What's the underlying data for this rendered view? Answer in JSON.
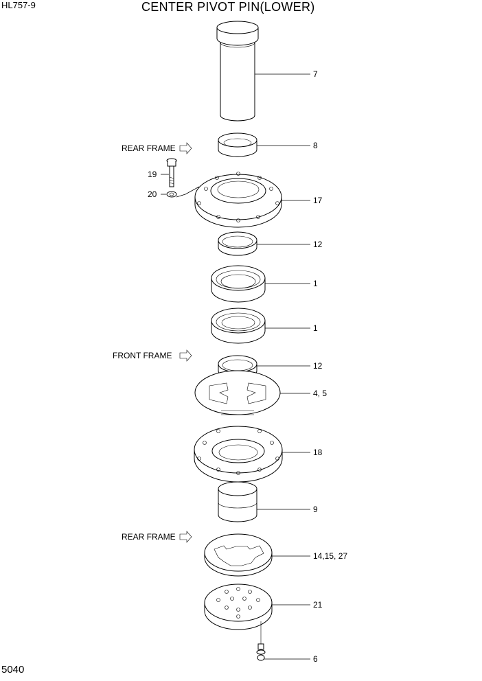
{
  "header": {
    "model": "HL757-9",
    "title": "CENTER PIVOT PIN(LOWER)"
  },
  "footer": {
    "page_number": "5040"
  },
  "frame_labels": [
    "REAR FRAME",
    "FRONT FRAME",
    "REAR FRAME"
  ],
  "callouts": [
    "7",
    "8",
    "19",
    "20",
    "17",
    "12",
    "1",
    "1",
    "12",
    "4, 5",
    "18",
    "9",
    "14,15, 27",
    "21",
    "6"
  ]
}
